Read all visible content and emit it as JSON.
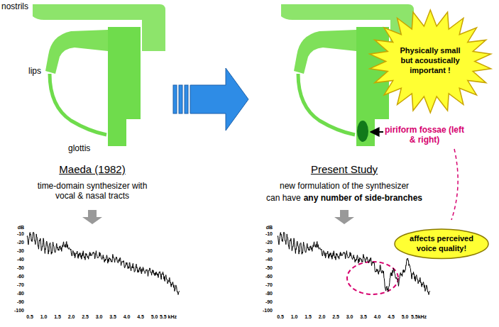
{
  "diagram": {
    "nodes": [
      {
        "text": [
          "Physically small but acoustically important !"
        ]
      },
      {
        "text": [
          "affects perceived voice quality!"
        ]
      }
    ],
    "labels": [
      "nostrils",
      "lips",
      "glottis",
      "Maeda (1982)",
      "time-domain synthesizer with vocal & nasal tracts",
      "dB",
      "-10",
      "-20",
      "-30",
      "-40",
      "-50",
      "-60",
      "-70",
      "-80",
      "-90",
      "-100",
      "0.5",
      "1.0",
      "1.5",
      "2.0",
      "2.5",
      "3.0",
      "3.5",
      "4.0",
      "4.5",
      "5.0",
      "5.5 kHz",
      "Present Study",
      "new formulation of the synthesizer",
      "can have",
      "any number of side-branches",
      "piriform fossae (left & right)",
      "dB",
      "-10",
      "-20",
      "-30",
      "-40",
      "-50",
      "-60",
      "-70",
      "-80",
      "-90",
      "-100",
      "0.5",
      "1.0",
      "1.5",
      "2.0",
      "2.5",
      "3.0",
      "3.5",
      "4.0",
      "4.5",
      "5.0",
      "5.5kHz"
    ]
  }
}
